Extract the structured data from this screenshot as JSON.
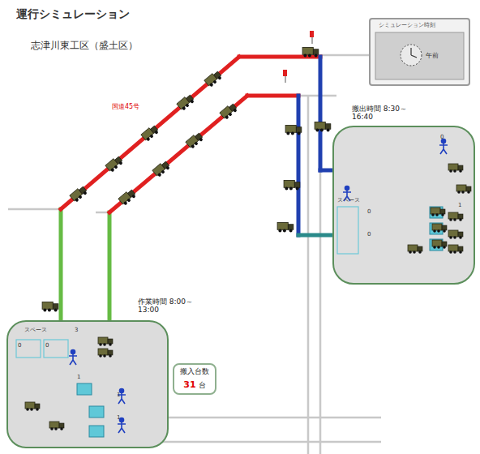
{
  "diagram": {
    "title": "運行シミュレーション",
    "nodes": [
      {
        "text": [
          "シミュレーション時刻",
          "午前"
        ]
      },
      {
        "text": [
          "搬出時間 8:30～16:40"
        ]
      },
      {
        "text": [
          "作業時間 8:00～13:00"
        ]
      },
      {
        "text": [
          "搬入台数",
          "31",
          "台"
        ]
      }
    ],
    "edges": [
      {
        "from": 2,
        "to": 1,
        "arrow": "none"
      },
      {
        "from": 2,
        "to": 1,
        "arrow": "none"
      }
    ],
    "labels": [
      "志津川東工区（盛土区）",
      "国道45号",
      "スペース",
      "3",
      "0",
      "0",
      "1",
      "1",
      "1",
      "スペース",
      "0",
      "0",
      "0",
      "1"
    ]
  }
}
